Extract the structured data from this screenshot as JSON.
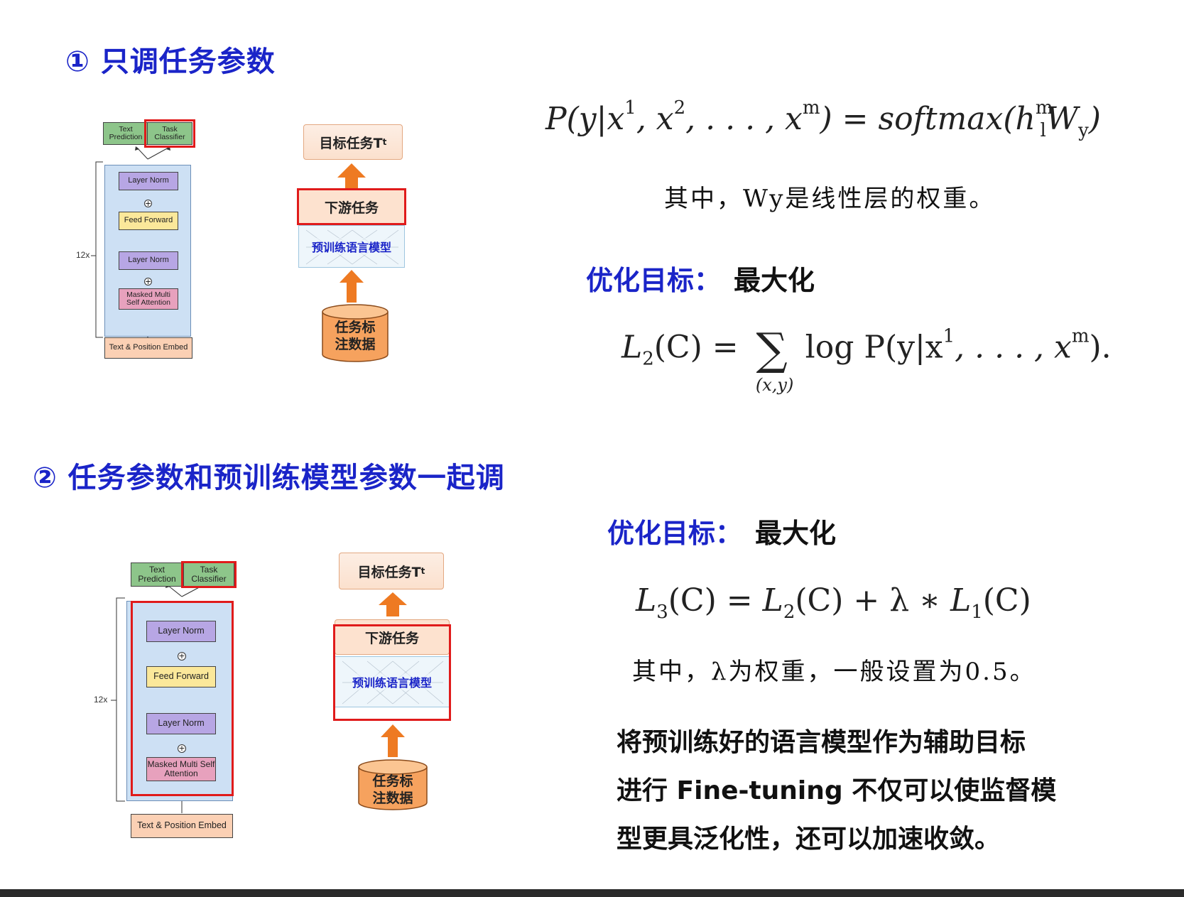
{
  "section1": {
    "heading": "① 只调任务参数",
    "formula": {
      "lhs_P": "P",
      "lhs_args": "(y|x",
      "sup1": "1",
      "sup2": "2",
      "supm": "m",
      "mid": ", . . . , x",
      "rhs": ") = softmax(h",
      "rhs_sup": "m",
      "rhs_sub": "l",
      "rhs_W": "W",
      "rhs_Wsub": "y",
      "rhs_end": ")"
    },
    "note": "其中，Wy是线性层的权重。",
    "objective_label": "优化目标：",
    "objective_value": "最大化",
    "loss": {
      "name": "L",
      "name_sub": "2",
      "arg": "(C) =",
      "sum_under": "(x,y)",
      "body": "log P(y|x",
      "sup1": "1",
      "mid": ", . . . , x",
      "supm": "m",
      "end": ")."
    }
  },
  "section2": {
    "heading": "② 任务参数和预训练模型参数一起调",
    "objective_label": "优化目标：",
    "objective_value": "最大化",
    "loss": {
      "L3": "L",
      "L3_sub": "3",
      "part1": "(C) = ",
      "L2": "L",
      "L2_sub": "2",
      "part2": "(C) + λ ∗ ",
      "L1": "L",
      "L1_sub": "1",
      "part3": "(C)"
    },
    "note": "其中，λ为权重，一般设置为0.5。",
    "summary": [
      "将预训练好的语言模型作为辅助目标",
      "进行 Fine-tuning 不仅可以使监督模",
      "型更具泛化性，还可以加速收敛。"
    ]
  },
  "transformer": {
    "text_prediction": "Text Prediction",
    "task_classifier": "Task Classifier",
    "layer_norm": "Layer Norm",
    "feed_forward": "Feed Forward",
    "masked_attention": "Masked Multi Self Attention",
    "embed": "Text & Position Embed",
    "repeat": "12x",
    "plus": "+"
  },
  "flow": {
    "target_task": "目标任务T",
    "target_sub": "t",
    "downstream": "下游任务",
    "pretrained_model": "预训练语言模型",
    "data_line1": "任务标",
    "data_line2": "注数据"
  },
  "colors": {
    "heading_blue": "#1a24c8",
    "highlight_red": "#e01b1b",
    "arrow_orange": "#ee7a22"
  }
}
